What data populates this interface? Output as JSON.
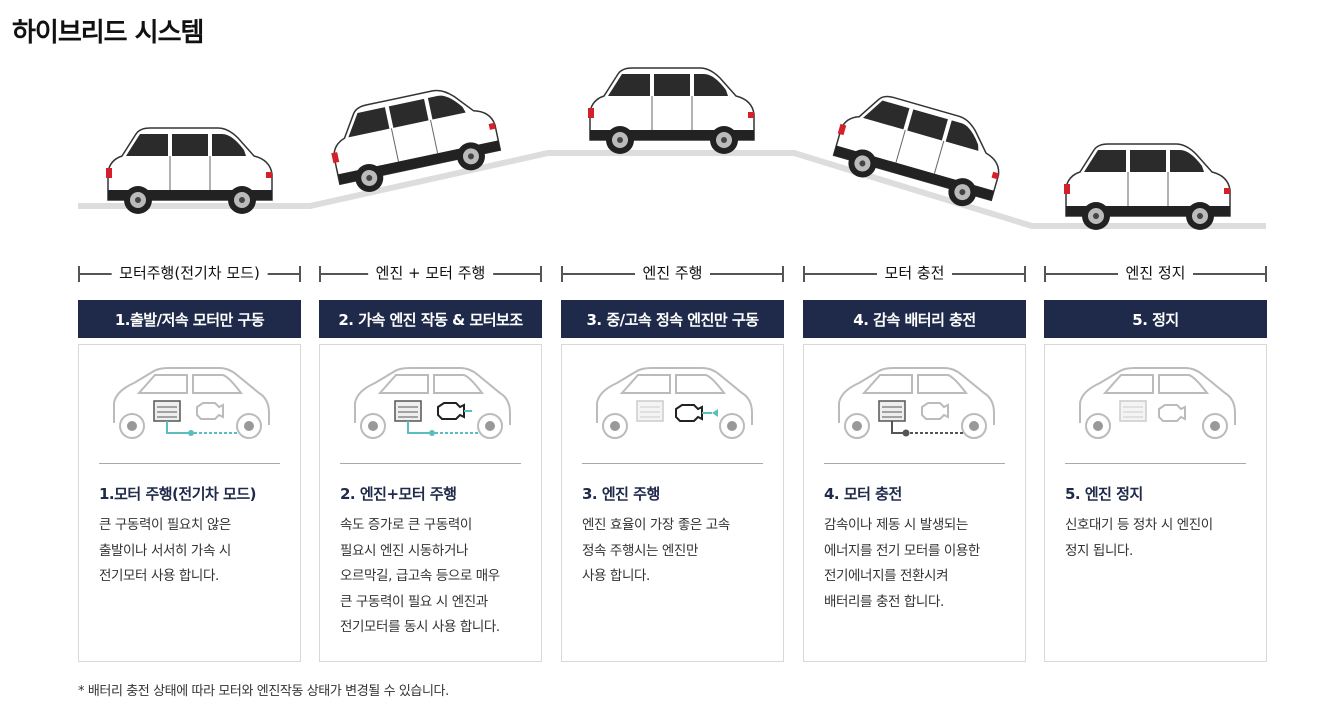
{
  "title": "하이브리드 시스템",
  "stages": [
    {
      "label": "모터주행(전기차 모드)",
      "header": "1.출발/저속 모터만 구동",
      "subtitle": "1.모터 주행(전기차 모드)",
      "desc": [
        "큰 구동력이 필요치 않은",
        "출발이나 서서히 가속 시",
        "전기모터 사용 합니다."
      ]
    },
    {
      "label": "엔진 + 모터 주행",
      "header": "2. 가속 엔진 작동 & 모터보조",
      "subtitle": "2. 엔진+모터 주행",
      "desc": [
        "속도 증가로 큰 구동력이",
        "필요시 엔진 시동하거나",
        "오르막길, 급고속 등으로 매우",
        "큰 구동력이 필요 시 엔진과",
        "전기모터를 동시 사용 합니다."
      ]
    },
    {
      "label": "엔진 주행",
      "header": "3. 중/고속 정속 엔진만 구동",
      "subtitle": "3. 엔진 주행",
      "desc": [
        "엔진 효율이 가장 좋은 고속",
        "정속 주행시는 엔진만",
        "사용 합니다."
      ]
    },
    {
      "label": "모터 충전",
      "header": "4. 감속 배터리 충전",
      "subtitle": "4. 모터 충전",
      "desc": [
        "감속이나 제동 시 발생되는",
        "에너지를 전기 모터를 이용한",
        "전기에너지를 전환시켜",
        "배터리를 충전 합니다."
      ]
    },
    {
      "label": "엔진 정지",
      "header": "5. 정지",
      "subtitle": "5. 엔진 정지",
      "desc": [
        "신호대기 등 정차 시 엔진이",
        "정지 됩니다."
      ]
    }
  ],
  "footnote": "* 배터리 충전 상태에 따라 모터와 엔진작동 상태가 변경될 수 있습니다.",
  "colors": {
    "header_bg": "#1f2a4a",
    "flow_teal": "#5bbdbd",
    "flow_dark": "#555555",
    "road": "#dddddd"
  }
}
